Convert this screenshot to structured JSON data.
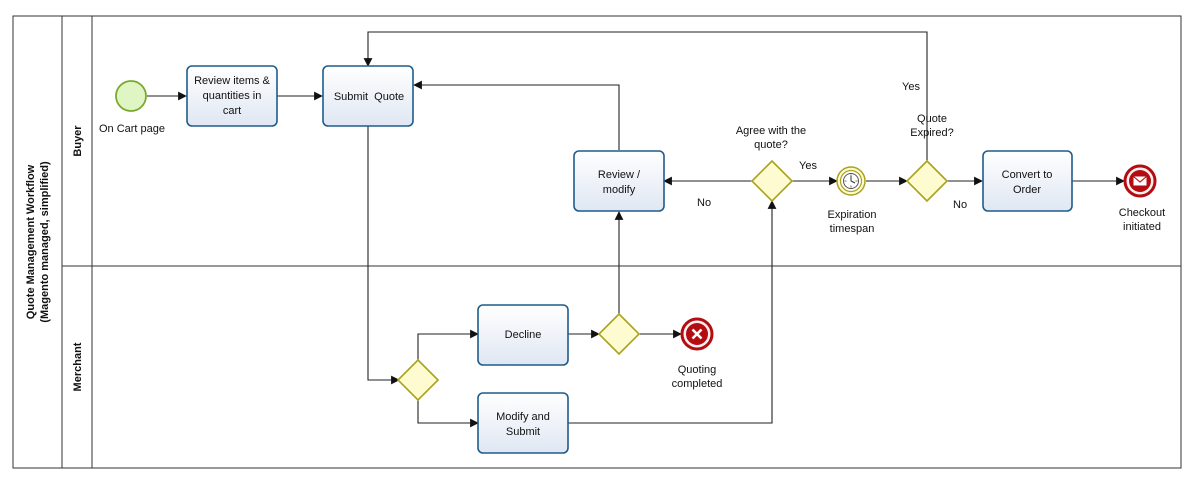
{
  "pool": {
    "title_line1": "Quote Management Workflow",
    "title_line2": "(Magento managed, simplified)"
  },
  "lanes": {
    "buyer": "Buyer",
    "merchant": "Merchant"
  },
  "tasks": {
    "review_items": [
      "Review items &",
      "quantities in",
      "cart"
    ],
    "submit_quote": "Submit  Quote",
    "review_modify": [
      "Review /",
      "modify"
    ],
    "convert_order": [
      "Convert to",
      "Order"
    ],
    "decline": "Decline",
    "modify_submit": [
      "Modify and",
      "Submit"
    ]
  },
  "events": {
    "start": "On Cart page",
    "timer": [
      "Expiration",
      "timespan"
    ],
    "message_end": [
      "Checkout",
      "initiated"
    ],
    "cancel_end": [
      "Quoting",
      "completed"
    ]
  },
  "gateways": {
    "agree": [
      "Agree with the",
      "quote?"
    ],
    "expired": [
      "Quote",
      "Expired?"
    ]
  },
  "flow_labels": {
    "agree_yes": "Yes",
    "agree_no": "No",
    "expired_yes": "Yes",
    "expired_no": "No"
  },
  "colors": {
    "start_fill": "#dff5c3",
    "start_stroke": "#7aaa2c",
    "end_stroke": "#b30d12",
    "task_stroke": "#1f5c8a",
    "gateway_fill": "#fffbd0",
    "gateway_stroke": "#a8a21c"
  }
}
